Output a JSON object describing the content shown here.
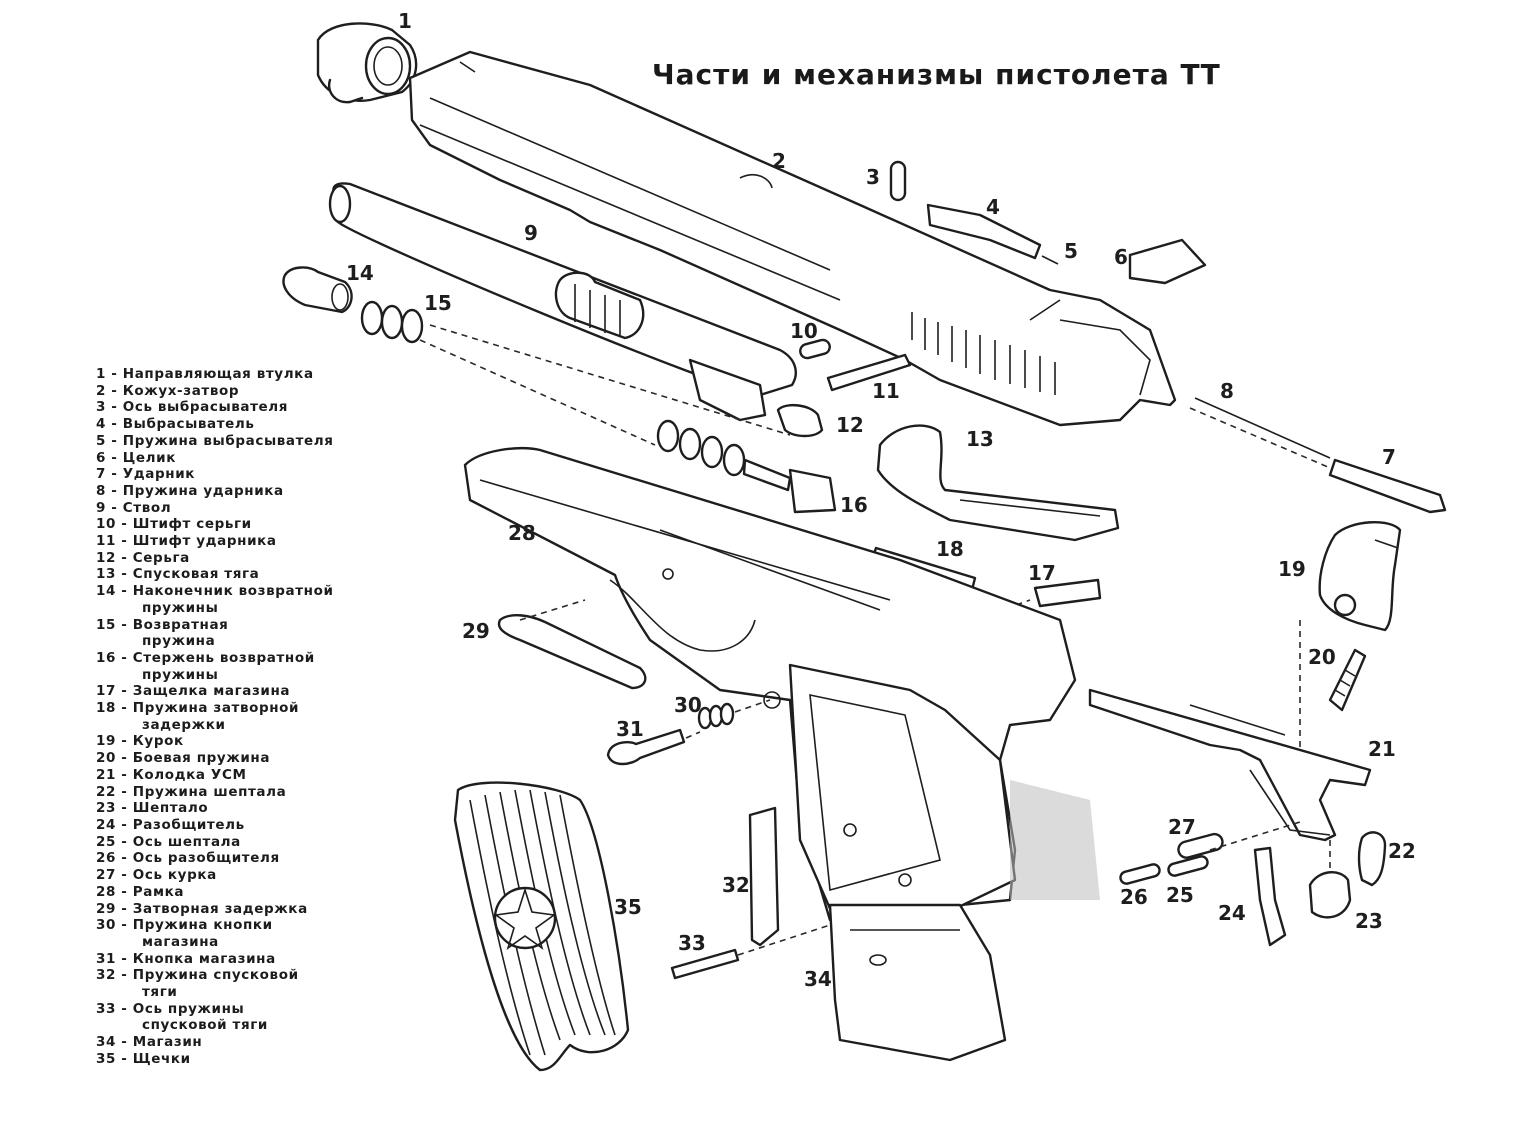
{
  "title": "Части и механизмы пистолета ТТ",
  "legend": [
    {
      "num": "1",
      "lines": [
        "Направляющая втулка"
      ]
    },
    {
      "num": "2",
      "lines": [
        "Кожух-затвор"
      ]
    },
    {
      "num": "3",
      "lines": [
        "Ось выбрасывателя"
      ]
    },
    {
      "num": "4",
      "lines": [
        "Выбрасыватель"
      ]
    },
    {
      "num": "5",
      "lines": [
        "Пружина выбрасывателя"
      ]
    },
    {
      "num": "6",
      "lines": [
        "Целик"
      ]
    },
    {
      "num": "7",
      "lines": [
        "Ударник"
      ]
    },
    {
      "num": "8",
      "lines": [
        "Пружина ударника"
      ]
    },
    {
      "num": "9",
      "lines": [
        "Ствол"
      ]
    },
    {
      "num": "10",
      "lines": [
        "Штифт серьги"
      ]
    },
    {
      "num": "11",
      "lines": [
        "Штифт ударника"
      ]
    },
    {
      "num": "12",
      "lines": [
        "Серьга"
      ]
    },
    {
      "num": "13",
      "lines": [
        "Спусковая тяга"
      ]
    },
    {
      "num": "14",
      "lines": [
        "Наконечник возвратной",
        "пружины"
      ]
    },
    {
      "num": "15",
      "lines": [
        "Возвратная",
        "пружина"
      ]
    },
    {
      "num": "16",
      "lines": [
        "Стержень возвратной",
        "пружины"
      ]
    },
    {
      "num": "17",
      "lines": [
        "Защелка магазина"
      ]
    },
    {
      "num": "18",
      "lines": [
        "Пружина затворной",
        "задержки"
      ]
    },
    {
      "num": "19",
      "lines": [
        "Курок"
      ]
    },
    {
      "num": "20",
      "lines": [
        "Боевая пружина"
      ]
    },
    {
      "num": "21",
      "lines": [
        "Колодка УСМ"
      ]
    },
    {
      "num": "22",
      "lines": [
        "Пружина шептала"
      ]
    },
    {
      "num": "23",
      "lines": [
        "Шептало"
      ]
    },
    {
      "num": "24",
      "lines": [
        "Разобщитель"
      ]
    },
    {
      "num": "25",
      "lines": [
        "Ось шептала"
      ]
    },
    {
      "num": "26",
      "lines": [
        "Ось разобщителя"
      ]
    },
    {
      "num": "27",
      "lines": [
        "Ось курка"
      ]
    },
    {
      "num": "28",
      "lines": [
        "Рамка"
      ]
    },
    {
      "num": "29",
      "lines": [
        "Затворная задержка"
      ]
    },
    {
      "num": "30",
      "lines": [
        "Пружина кнопки",
        "магазина"
      ]
    },
    {
      "num": "31",
      "lines": [
        "Кнопка магазина"
      ]
    },
    {
      "num": "32",
      "lines": [
        "Пружина спусковой",
        "тяги"
      ]
    },
    {
      "num": "33",
      "lines": [
        "Ось пружины",
        "спусковой тяги"
      ]
    },
    {
      "num": "34",
      "lines": [
        "Магазин"
      ]
    },
    {
      "num": "35",
      "lines": [
        "Щечки"
      ]
    }
  ],
  "callouts": {
    "c1": "1",
    "c2": "2",
    "c3": "3",
    "c4": "4",
    "c5": "5",
    "c6": "6",
    "c7": "7",
    "c8": "8",
    "c9": "9",
    "c10": "10",
    "c11": "11",
    "c12": "12",
    "c13": "13",
    "c14": "14",
    "c15": "15",
    "c16": "16",
    "c17": "17",
    "c18": "18",
    "c19": "19",
    "c20": "20",
    "c21": "21",
    "c22": "22",
    "c23": "23",
    "c24": "24",
    "c25": "25",
    "c26": "26",
    "c27": "27",
    "c28": "28",
    "c29": "29",
    "c30": "30",
    "c31": "31",
    "c32": "32",
    "c33": "33",
    "c34": "34",
    "c35": "35"
  },
  "legend_separator": " - "
}
